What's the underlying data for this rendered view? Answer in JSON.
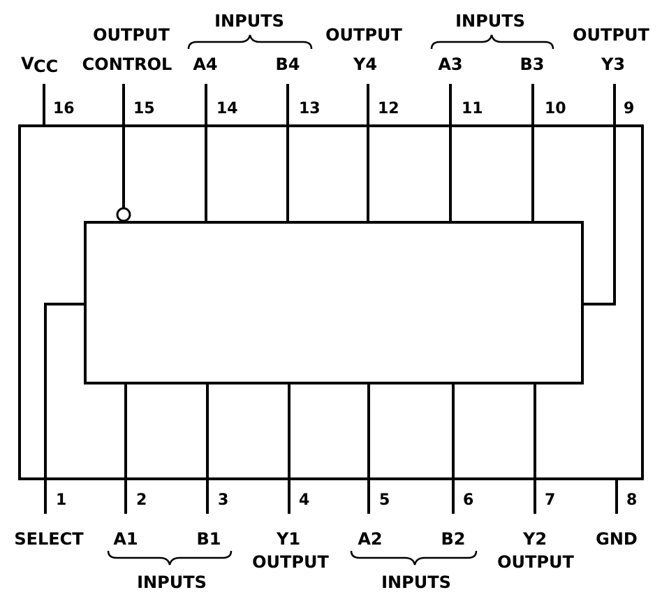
{
  "top": {
    "vcc_main": "V",
    "vcc_sub": "CC",
    "output_control_line1": "OUTPUT",
    "output_control_line2": "CONTROL",
    "inputs_a4_b4_group": "INPUTS",
    "a4": "A4",
    "b4": "B4",
    "output_y4_label": "OUTPUT",
    "y4": "Y4",
    "inputs_a3_b3_group": "INPUTS",
    "a3": "A3",
    "b3": "B3",
    "output_y3_label": "OUTPUT",
    "y3": "Y3",
    "pins": [
      "16",
      "15",
      "14",
      "13",
      "12",
      "11",
      "10",
      "9"
    ]
  },
  "bottom": {
    "pins": [
      "1",
      "2",
      "3",
      "4",
      "5",
      "6",
      "7",
      "8"
    ],
    "select": "SELECT",
    "a1": "A1",
    "b1": "B1",
    "y1": "Y1",
    "output_y1_label": "OUTPUT",
    "inputs_a1_b1_group": "INPUTS",
    "a2": "A2",
    "b2": "B2",
    "y2": "Y2",
    "output_y2_label": "OUTPUT",
    "inputs_a2_b2_group": "INPUTS",
    "gnd": "GND"
  }
}
